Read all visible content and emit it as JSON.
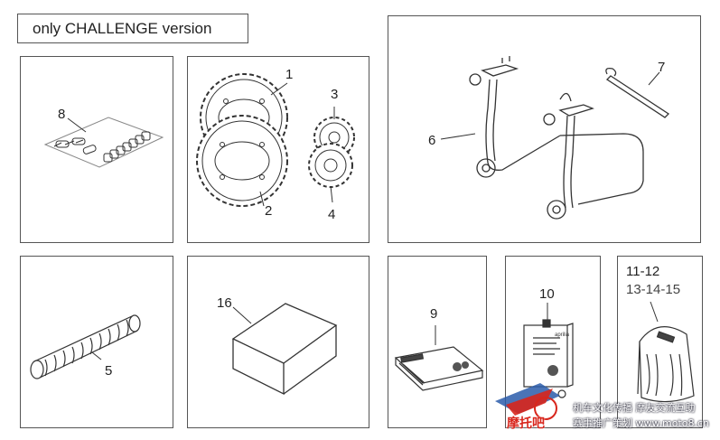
{
  "header": {
    "title": "only CHALLENGE version"
  },
  "parts": {
    "p1": "1",
    "p2": "2",
    "p3": "3",
    "p4": "4",
    "p5": "5",
    "p6": "6",
    "p7": "7",
    "p8": "8",
    "p9": "9",
    "p10": "10",
    "p11_12": "11-12",
    "p13_15": "13-14-15",
    "p16": "16"
  },
  "watermark": {
    "logo_text": "摩托吧",
    "line1": "机车文化传播 摩友交流互助",
    "line2": "赛事推广策划 www.moto8.cn"
  },
  "colors": {
    "line": "#333333",
    "logo_red": "#d8261c",
    "logo_blue": "#2a5caa"
  }
}
